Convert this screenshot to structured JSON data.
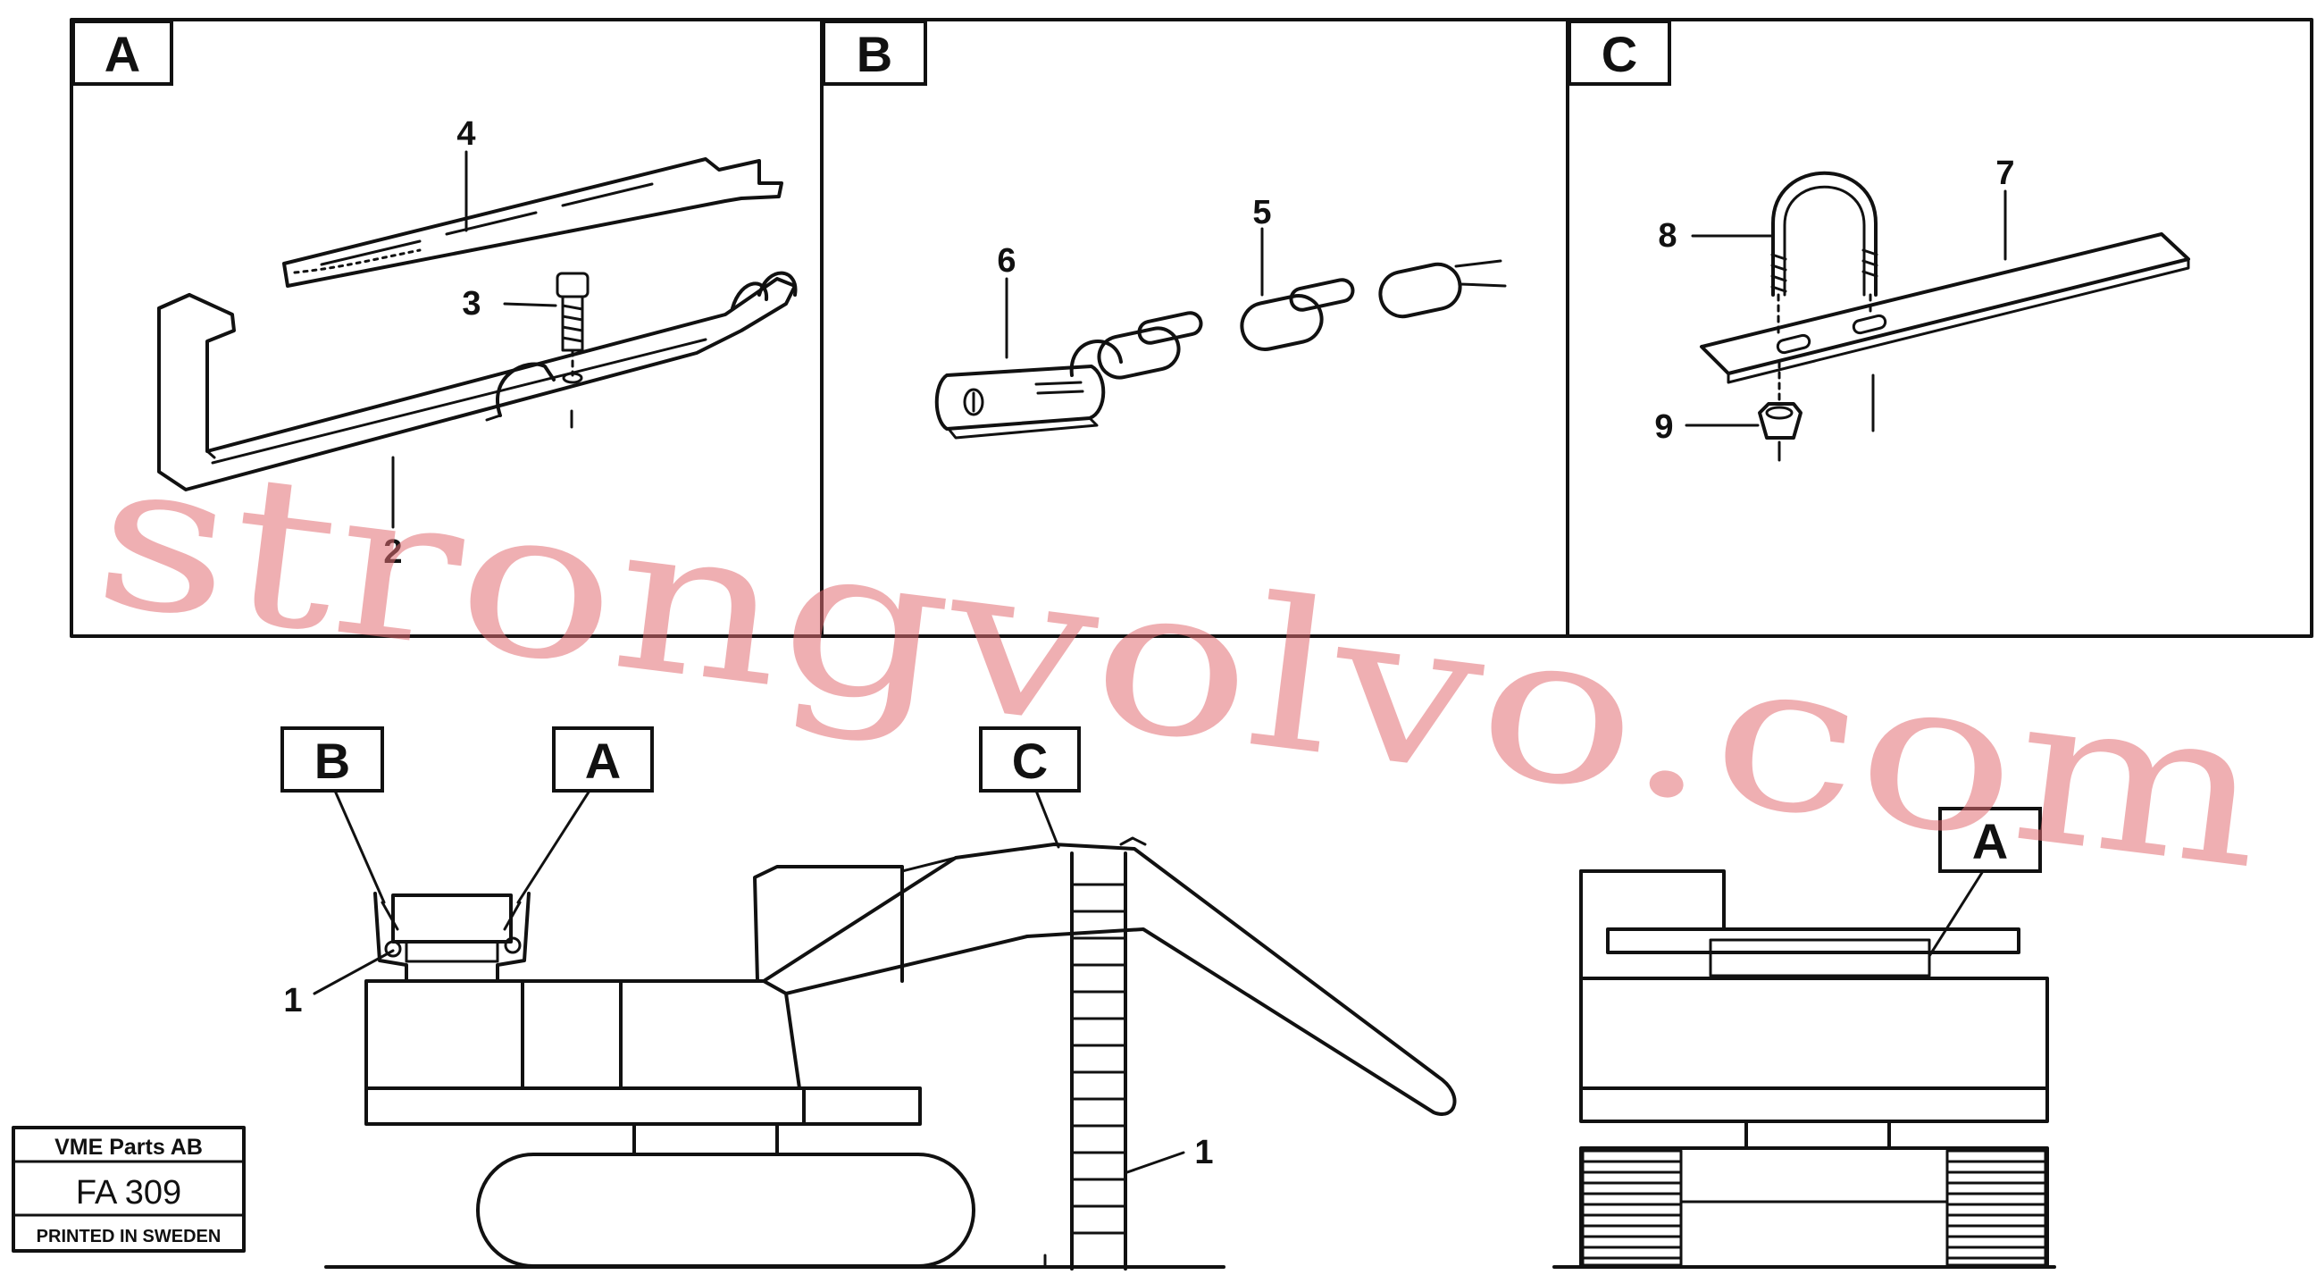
{
  "panels": [
    {
      "letter": "A",
      "parts": [
        "4",
        "3",
        "2"
      ]
    },
    {
      "letter": "B",
      "parts": [
        "6",
        "5"
      ]
    },
    {
      "letter": "C",
      "parts": [
        "7",
        "8",
        "9"
      ]
    }
  ],
  "overview": {
    "callouts": [
      "B",
      "A",
      "C",
      "A"
    ],
    "part_labels": [
      "1",
      "1"
    ]
  },
  "title_block": {
    "company": "VME Parts AB",
    "drawing_number": "FA 309",
    "printed": "PRINTED IN SWEDEN"
  },
  "watermark": "strongvolvo.com"
}
